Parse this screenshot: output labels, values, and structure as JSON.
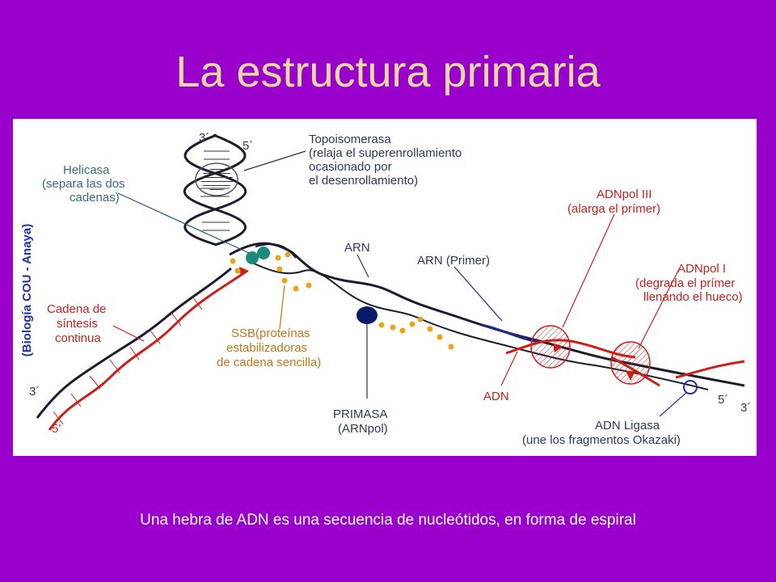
{
  "title": "La estructura primaria",
  "caption": "Una hebra de ADN es una secuencia de nucleótidos, en forma de espiral",
  "figure": {
    "source": "(Biología COU - Anaya)",
    "labels": {
      "top_3": "3´",
      "top_5": "5´",
      "left_3": "3´",
      "left_5": "5'",
      "right_5": "5´",
      "right_3": "3´",
      "topoisomerasa": [
        "Topoisomerasa",
        "(relaja el superenrollamiento",
        "ocasionado por",
        "el desenrollamiento)"
      ],
      "helicasa": [
        "Helicasa",
        "(separa las dos",
        "cadenas)"
      ],
      "arn": "ARN",
      "arn_primer": "ARN (Primer)",
      "adnpol3": [
        "ADNpol III",
        "(alarga el prímer)"
      ],
      "adnpol1": [
        "ADNpol I",
        "(degrada el prímer",
        "llenando el hueco)"
      ],
      "cadena": [
        "Cadena de",
        "síntesis",
        "continua"
      ],
      "ssb": [
        "SSB(proteínas",
        "estabilizadoras",
        "de cadena sencilla)"
      ],
      "primasa": [
        "PRIMASA",
        "(ARNpol)"
      ],
      "adn": "ADN",
      "ligasa": [
        "ADN Ligasa",
        "(une los fragmentos Okazaki)"
      ]
    },
    "colors": {
      "strand_dark": "#1c1c2e",
      "strand_red": "#cc1f1a",
      "ssb_dots": "#e8a41a",
      "helicase": "#1e8a7a",
      "primase": "#0a1a6a",
      "source_text": "#2030a8"
    }
  }
}
